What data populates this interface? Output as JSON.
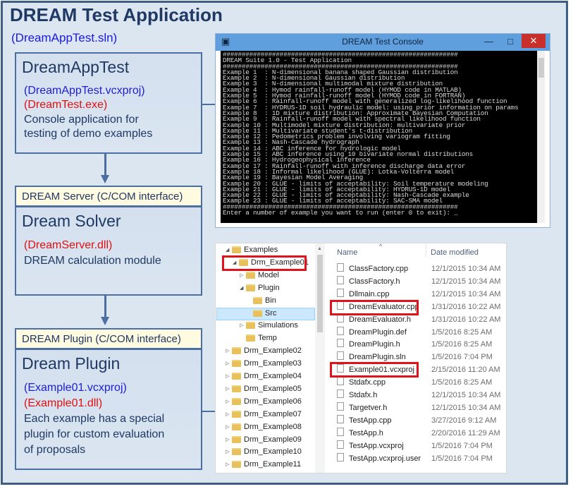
{
  "title": "DREAM Test Application",
  "subtitle": "(DreamAppTest.sln)",
  "blocks": {
    "app": {
      "header": "DreamAppTest",
      "project": "(DreamAppTest.vcxproj)",
      "binary": "(DreamTest.exe)",
      "desc1": "Console application for",
      "desc2": "testing of demo examples"
    },
    "server": {
      "tag": "DREAM Server (C/COM interface)",
      "header": "Dream Solver",
      "binary": "(DreamServer.dll)",
      "desc1": "DREAM calculation  module"
    },
    "plugin": {
      "tag": "DREAM Plugin (C/COM interface)",
      "header": "Dream Plugin",
      "project": "(Example01.vcxproj)",
      "binary": "(Example01.dll)",
      "desc1": "Each example has a special",
      "desc2": "plugin for custom evaluation",
      "desc3": "of proposals"
    }
  },
  "console": {
    "window_title": "DREAM Test Console",
    "minimize": "—",
    "maximize": "□",
    "close": "✕",
    "lines": [
      "##############################################################",
      "DREAM Suite 1.0 - Test Application",
      "##############################################################",
      "Example 1  : N-dimensional banana shaped Gaussian distribution",
      "Example 2  : N-dimensional Gaussian distribution",
      "Example 3  : N-dimensional multimodal mixture distribution",
      "Example 4  : Hymod rainfall-runoff model (HYMOD code in MATLAB)",
      "Example 5  : Hymod rainfall-runoff model (HYMOD code in FORTRAN)",
      "Example 6  : Rainfall-runoff model with generalized log-likelihood function",
      "Example 7  : HYDRUS-1D soil hydraulic model: using prior information on params",
      "Example 8  : 1D mixture distribution: Approximate Bayesian Computation",
      "Example 9  : Rainfall-runoff model with spectral likelihood function",
      "Example 10 : Multimodel mixture distribution: multivariate prior",
      "Example 11 : Multivariate student's t-distribution",
      "Example 12 : Pedometrics problem involving variogram fitting",
      "Example 13 : Nash-Cascade hydrograph",
      "Example 14 : ABC inference for hydrologic model",
      "Example 15 : ABC inference using 10 bivariate normal distributions",
      "Example 16 : Hydrogeophysical inference",
      "Example 17 : Rainfall-runoff with inference discharge data error",
      "Example 18 : Informal likelihood (GLUE): Lotka-Volterra model",
      "Example 19 : Bayesian Model Averaging",
      "Example 20 : GLUE - limits of acceptability: Soil temperature modeling",
      "Example 21 : GLUE - limits of acceptability: HYDRUS-1D model",
      "Example 22 : GLUE - limits of acceptability: Nash-Cascade example",
      "Example 23 : GLUE - limits of acceptability: SAC-SMA model",
      "##############################################################",
      "Enter a number of example you want to run (enter 0 to exit): _"
    ]
  },
  "explorer": {
    "tree": [
      {
        "label": "Examples",
        "arrow": "◢"
      },
      {
        "label": "Drm_Example01",
        "arrow": "◢"
      },
      {
        "label": "Model",
        "arrow": "▷"
      },
      {
        "label": "Plugin",
        "arrow": "◢"
      },
      {
        "label": "Bin",
        "arrow": ""
      },
      {
        "label": "Src",
        "arrow": ""
      },
      {
        "label": "Simulations",
        "arrow": "▷"
      },
      {
        "label": "Temp",
        "arrow": ""
      },
      {
        "label": "Drm_Example02",
        "arrow": "▷"
      },
      {
        "label": "Drm_Example03",
        "arrow": "▷"
      },
      {
        "label": "Drm_Example04",
        "arrow": "▷"
      },
      {
        "label": "Drm_Example05",
        "arrow": "▷"
      },
      {
        "label": "Drm_Example06",
        "arrow": "▷"
      },
      {
        "label": "Drm_Example07",
        "arrow": "▷"
      },
      {
        "label": "Drm_Example08",
        "arrow": "▷"
      },
      {
        "label": "Drm_Example09",
        "arrow": "▷"
      },
      {
        "label": "Drm_Example10",
        "arrow": "▷"
      },
      {
        "label": "Drm_Example11",
        "arrow": "▷"
      }
    ],
    "col_name": "Name",
    "col_date": "Date modified",
    "sort_arrow": "^",
    "files": [
      {
        "name": "ClassFactory.cpp",
        "date": "12/1/2015 10:34 AM"
      },
      {
        "name": "ClassFactory.h",
        "date": "12/1/2015 10:34 AM"
      },
      {
        "name": "Dllmain.cpp",
        "date": "12/1/2015 10:34 AM"
      },
      {
        "name": "DreamEvaluator.cpp",
        "date": "1/31/2016 10:22 AM"
      },
      {
        "name": "DreamEvaluator.h",
        "date": "1/31/2016 10:22 AM"
      },
      {
        "name": "DreamPlugin.def",
        "date": "1/5/2016 8:25 AM"
      },
      {
        "name": "DreamPlugin.h",
        "date": "1/5/2016 8:25 AM"
      },
      {
        "name": "DreamPlugin.sln",
        "date": "1/5/2016 7:04 PM"
      },
      {
        "name": "Example01.vcxproj",
        "date": "2/15/2016 11:20 AM"
      },
      {
        "name": "Stdafx.cpp",
        "date": "1/5/2016 8:25 AM"
      },
      {
        "name": "Stdafx.h",
        "date": "12/1/2015 10:34 AM"
      },
      {
        "name": "Targetver.h",
        "date": "12/1/2015 10:34 AM"
      },
      {
        "name": "TestApp.cpp",
        "date": "3/27/2016 9:12 AM"
      },
      {
        "name": "TestApp.h",
        "date": "2/20/2016 11:29 AM"
      },
      {
        "name": "TestApp.vcxproj",
        "date": "1/5/2016 7:04 PM"
      },
      {
        "name": "TestApp.vcxproj.user",
        "date": "1/5/2016 7:04 PM"
      }
    ]
  },
  "colors": {
    "frame": "#3d5f86",
    "background": "#dce6f1",
    "title": "#1f3864",
    "project_blue": "#2020d0",
    "binary_red": "#e01010",
    "highlight_red": "#e0121a",
    "tag_bg": "#fffbe0"
  }
}
